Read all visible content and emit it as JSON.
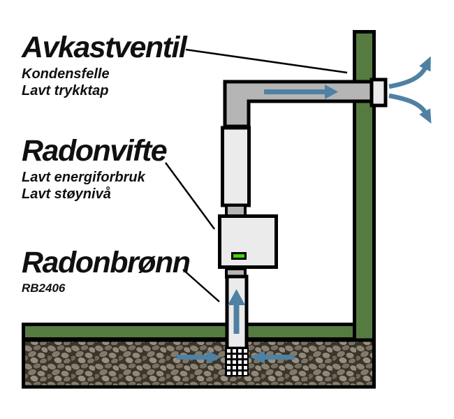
{
  "labels": {
    "avkastventil": {
      "title": "Avkastventil",
      "line1": "Kondensfelle",
      "line2": "Lavt trykktap"
    },
    "radonvifte": {
      "title": "Radonvifte",
      "line1": "Lavt energiforbruk",
      "line2": "Lavt støynivå"
    },
    "radonbronn": {
      "title": "Radonbrønn",
      "line1": "RB2406"
    }
  },
  "colors": {
    "wall_green": "#567b41",
    "pipe_gray": "#b5b5b5",
    "pipe_light": "#ebebeb",
    "arrow_blue": "#4f81a3",
    "led_green": "#42d413",
    "outline_black": "#000000",
    "gravel_base": "#3c372d",
    "gravel_stone": "#8b8171"
  },
  "icons": {
    "airflow": "blue directional airflow arrows",
    "perforation": "white perforation grid on well screen"
  }
}
